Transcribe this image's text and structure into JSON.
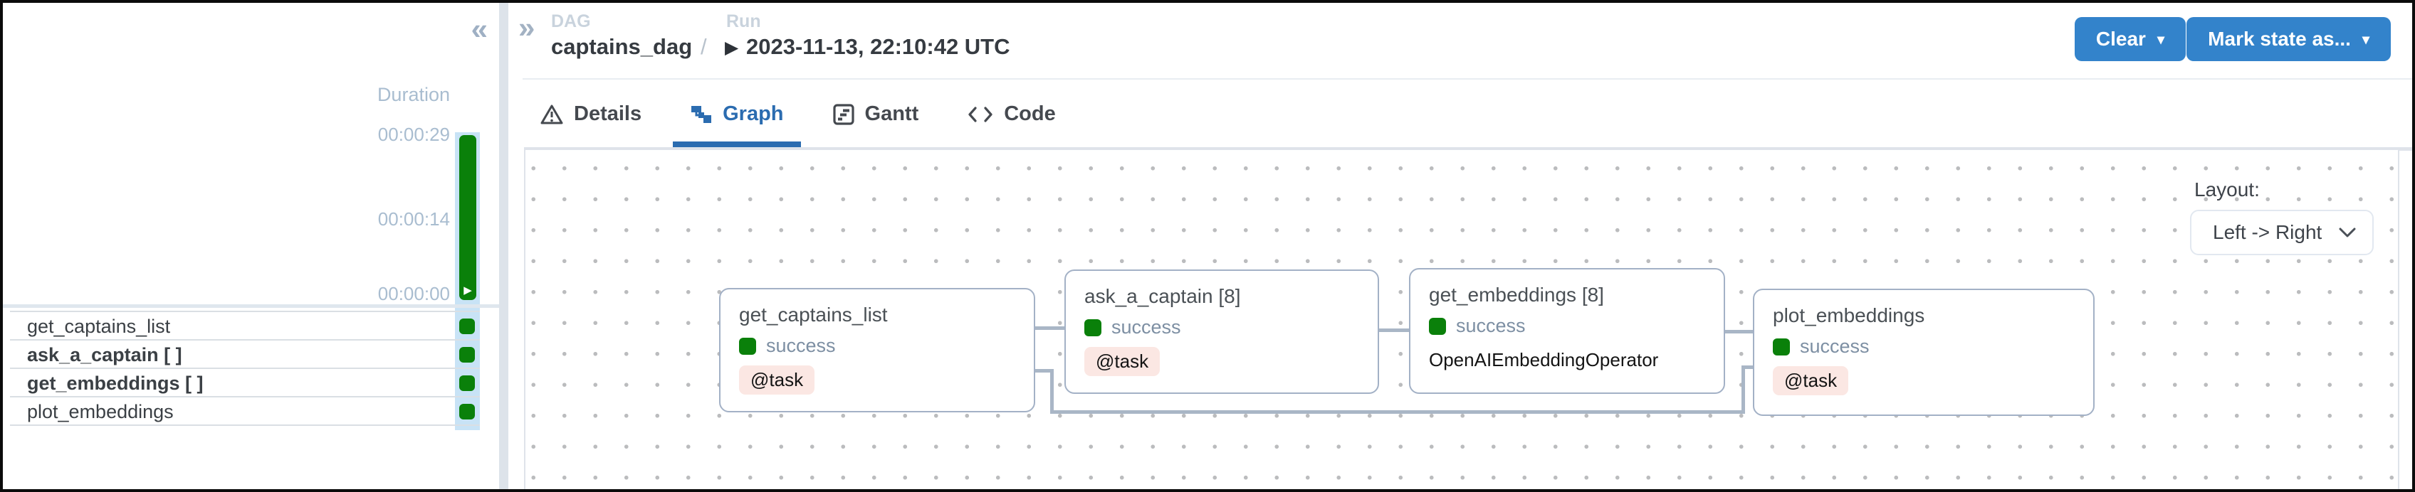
{
  "colors": {
    "accent_blue": "#3383cb",
    "active_tab_blue": "#2b6cb0",
    "success_green": "#0a800a",
    "task_badge_pink": "#fbe7e3",
    "edge_gray": "#a9b6c6",
    "column_highlight_blue": "#c8e3f6"
  },
  "icons": {
    "collapse": "«",
    "expand": "»",
    "play": "▶",
    "caret_down": "▾"
  },
  "sidebar": {
    "duration_label": "Duration",
    "ticks": [
      "00:00:29",
      "00:00:14",
      "00:00:00"
    ],
    "run_bar_status": "success",
    "tasks": [
      {
        "label": "get_captains_list",
        "status": "success"
      },
      {
        "label": "ask_a_captain [ ]",
        "status": "success"
      },
      {
        "label": "get_embeddings [ ]",
        "status": "success"
      },
      {
        "label": "plot_embeddings",
        "status": "success"
      }
    ]
  },
  "header": {
    "dag_label": "DAG",
    "dag_name": "captains_dag",
    "separator": "/",
    "run_label": "Run",
    "run_value": "2023-11-13, 22:10:42 UTC",
    "clear_button": "Clear",
    "mark_state_button": "Mark state as..."
  },
  "tabs": {
    "items": [
      {
        "label": "Details",
        "icon": "warning-icon",
        "active": false
      },
      {
        "label": "Graph",
        "icon": "graph-icon",
        "active": true
      },
      {
        "label": "Gantt",
        "icon": "gantt-icon",
        "active": false
      },
      {
        "label": "Code",
        "icon": "code-icon",
        "active": false
      }
    ]
  },
  "graph": {
    "layout_label": "Layout:",
    "layout_value": "Left -> Right",
    "nodes": [
      {
        "title": "get_captains_list",
        "status": "success",
        "badge": "@task"
      },
      {
        "title": "ask_a_captain [8]",
        "status": "success",
        "badge": "@task"
      },
      {
        "title": "get_embeddings [8]",
        "status": "success",
        "badge": "OpenAIEmbeddingOperator"
      },
      {
        "title": "plot_embeddings",
        "status": "success",
        "badge": "@task"
      }
    ]
  }
}
